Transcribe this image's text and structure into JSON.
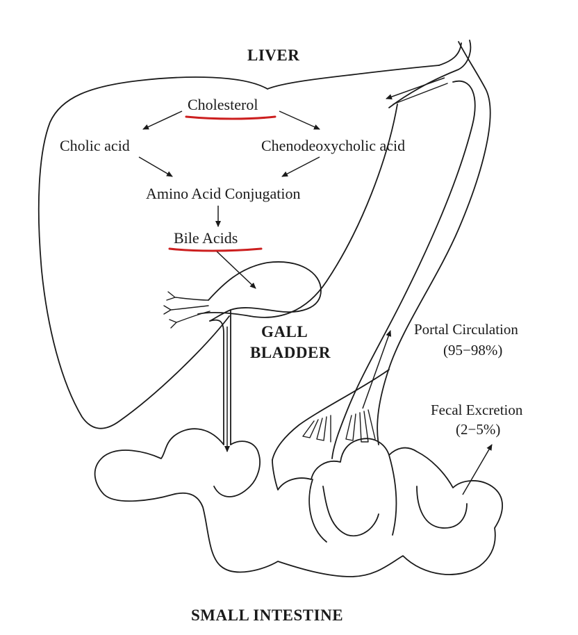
{
  "labels": {
    "liver": "LIVER",
    "cholesterol": "Cholesterol",
    "cholic_acid": "Cholic acid",
    "chenodeoxycholic_acid": "Chenodeoxycholic acid",
    "amino_acid_conjugation": "Amino Acid Conjugation",
    "bile_acids": "Bile Acids",
    "gall": "GALL",
    "bladder": "BLADDER",
    "portal_circulation": "Portal Circulation",
    "portal_percent": "(95−98%)",
    "fecal_excretion": "Fecal Excretion",
    "fecal_percent": "(2−5%)",
    "small_intestine": "SMALL INTESTINE"
  },
  "colors": {
    "ink": "#1a1a1a",
    "highlight_underline": "#cc1f1f"
  }
}
